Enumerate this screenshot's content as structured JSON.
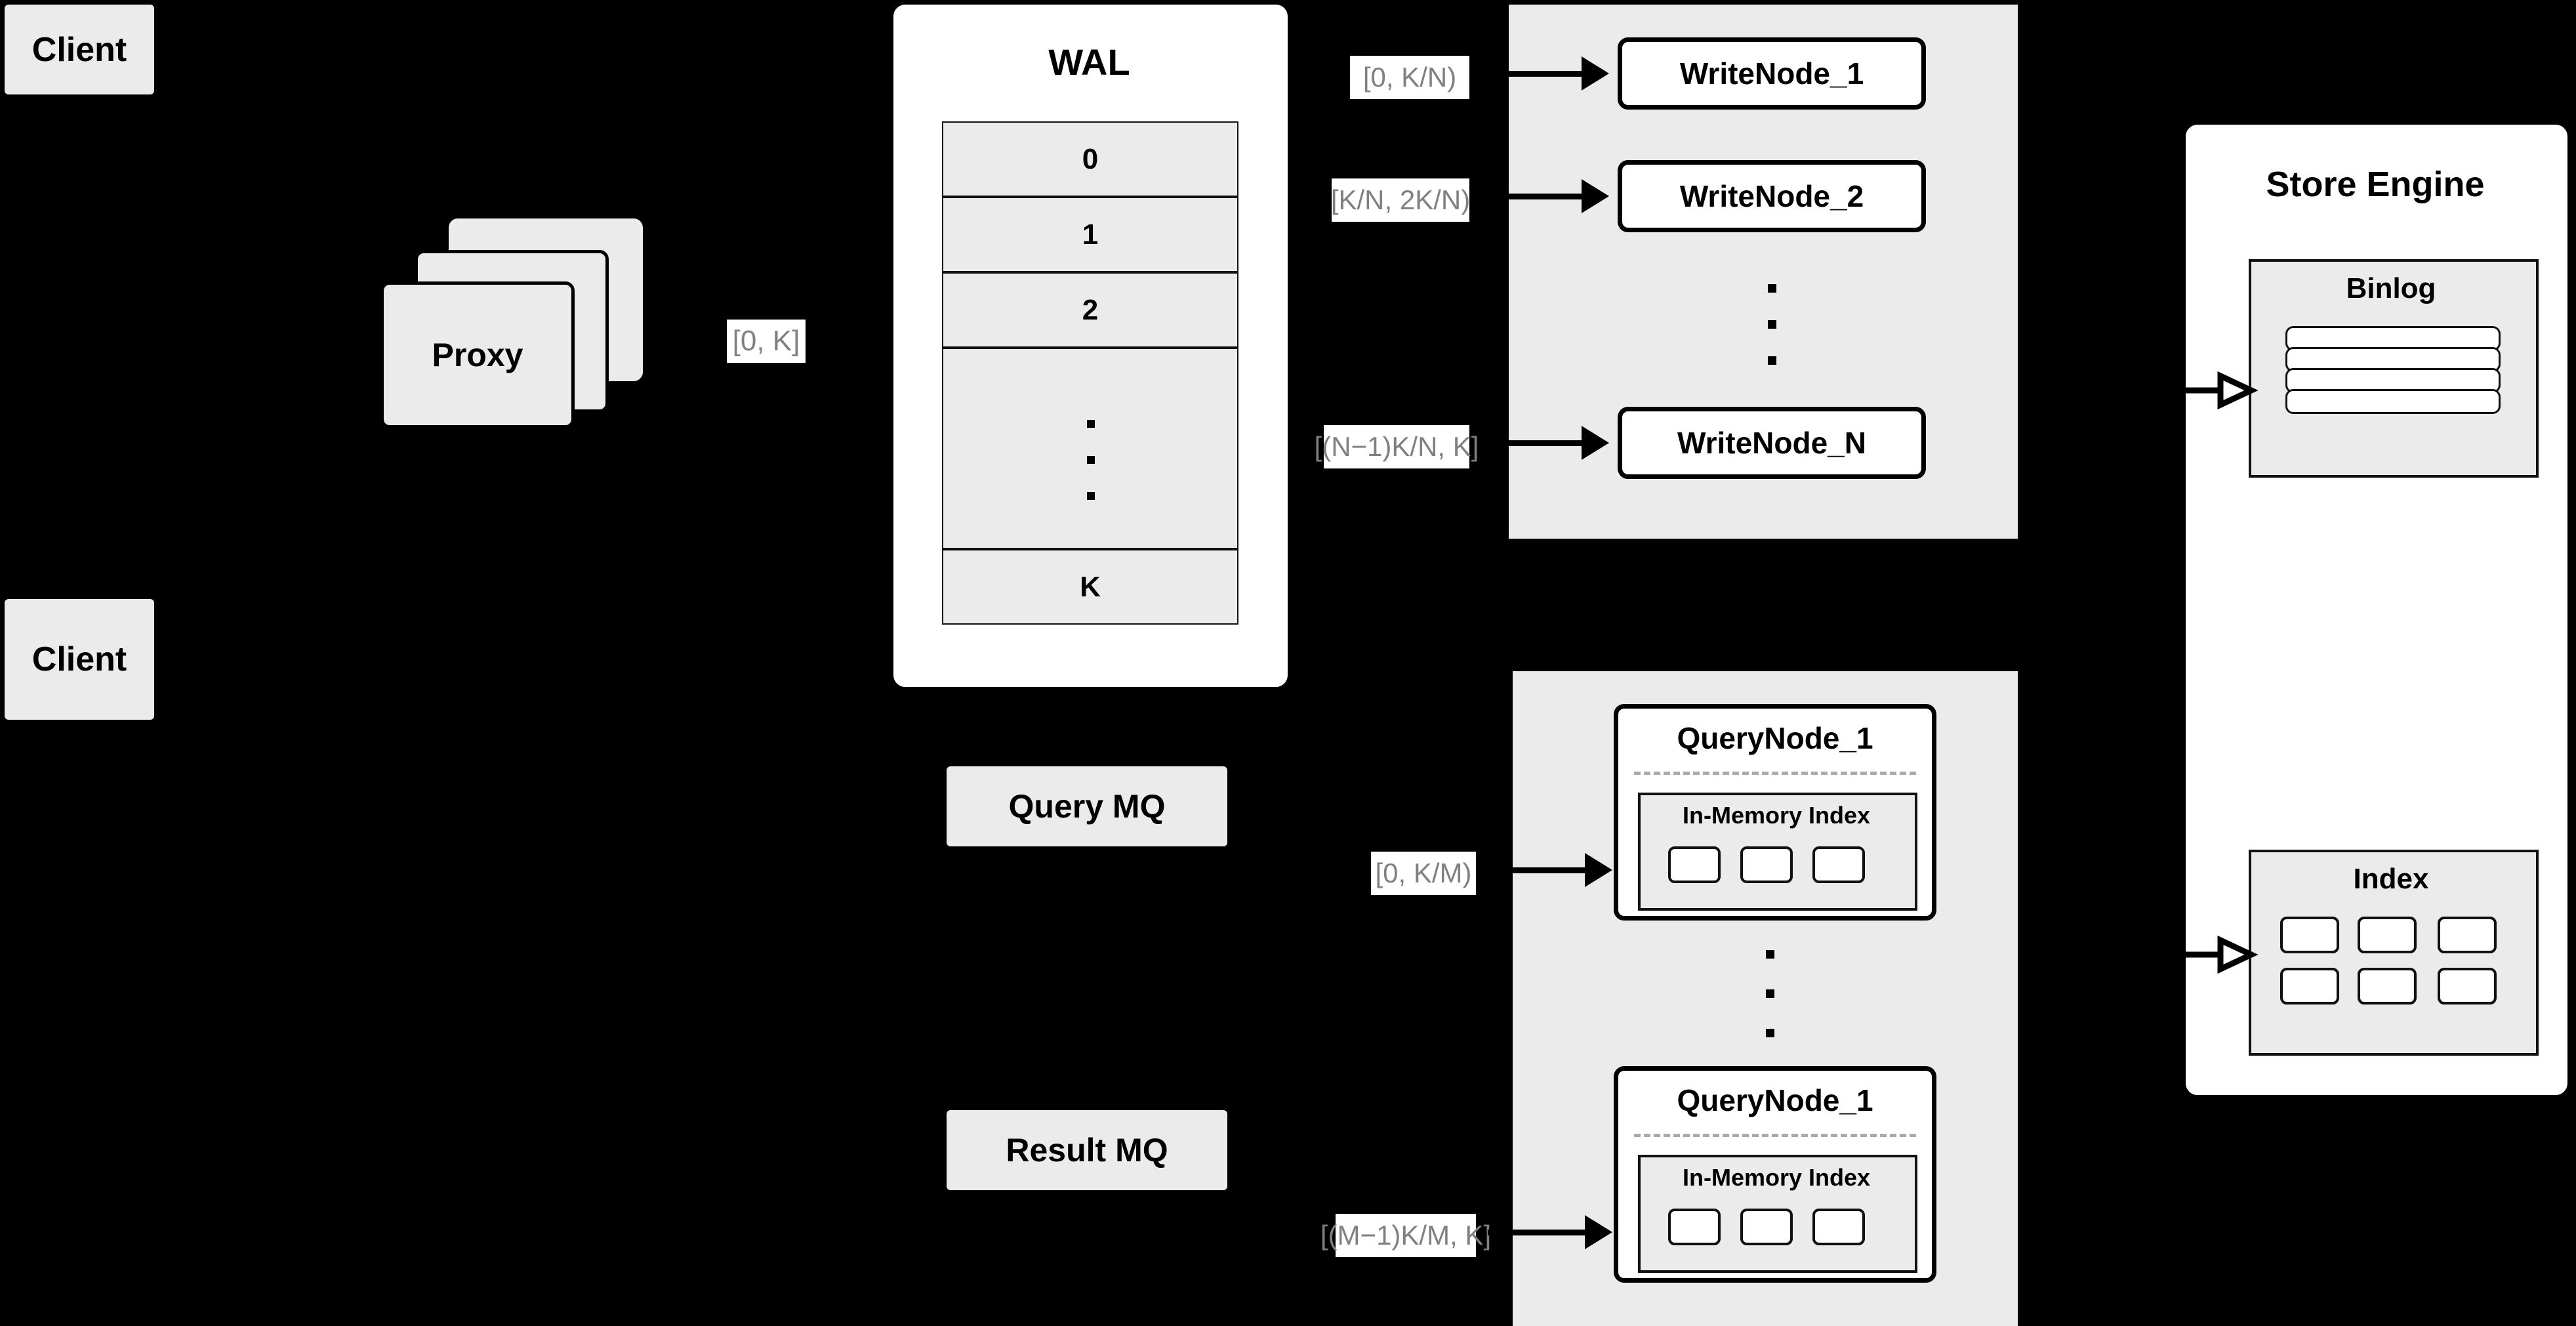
{
  "diagram": {
    "title": "Distributed Vector Database Write/Query Architecture",
    "background_color": "#000000",
    "panel_fill": "#ebebeb",
    "node_fill": "#ffffff",
    "stroke_color": "#000000",
    "label_text_color": "#808080"
  },
  "clients": [
    {
      "label": "Client"
    },
    {
      "label": "Client"
    }
  ],
  "proxy": {
    "label": "Proxy",
    "stack_count": 3
  },
  "proxy_out_label": "[0, K]",
  "wal": {
    "title": "WAL",
    "rows": [
      "0",
      "1",
      "2",
      "K"
    ],
    "ellipsis_dots": 3
  },
  "write_group": {
    "nodes": [
      {
        "label": "WriteNode_1",
        "range": "[0,  K/N)"
      },
      {
        "label": "WriteNode_2",
        "range": "[K/N, 2K/N)"
      },
      {
        "label": "WriteNode_N",
        "range": "[(N−1)K/N,  K]"
      }
    ],
    "ellipsis_dots": 3
  },
  "query_group": {
    "nodes": [
      {
        "label": "QueryNode_1",
        "range": "[0, K/M)",
        "inner_title": "In-Memory Index",
        "inner_cells": 3
      },
      {
        "label": "QueryNode_1",
        "range": "[(M−1)K/M, K]",
        "inner_title": "In-Memory Index",
        "inner_cells": 3
      }
    ],
    "ellipsis_dots": 3
  },
  "message_queues": [
    {
      "label": "Query MQ"
    },
    {
      "label": "Result MQ"
    }
  ],
  "store_engine": {
    "title": "Store Engine",
    "binlog": {
      "title": "Binlog",
      "rows": 4
    },
    "index": {
      "title": "Index",
      "cells_per_row": 3,
      "rows": 2
    }
  },
  "arrows": [
    {
      "name": "wal-to-writenode-1",
      "style": "solid-head"
    },
    {
      "name": "wal-to-writenode-2",
      "style": "solid-head"
    },
    {
      "name": "wal-to-writenode-n",
      "style": "solid-head"
    },
    {
      "name": "querymq-to-querynode-1",
      "style": "solid-head"
    },
    {
      "name": "querymq-to-querynode-m",
      "style": "solid-head"
    },
    {
      "name": "writenode-to-binlog",
      "style": "open-head"
    },
    {
      "name": "querynode-to-index",
      "style": "open-head"
    }
  ]
}
